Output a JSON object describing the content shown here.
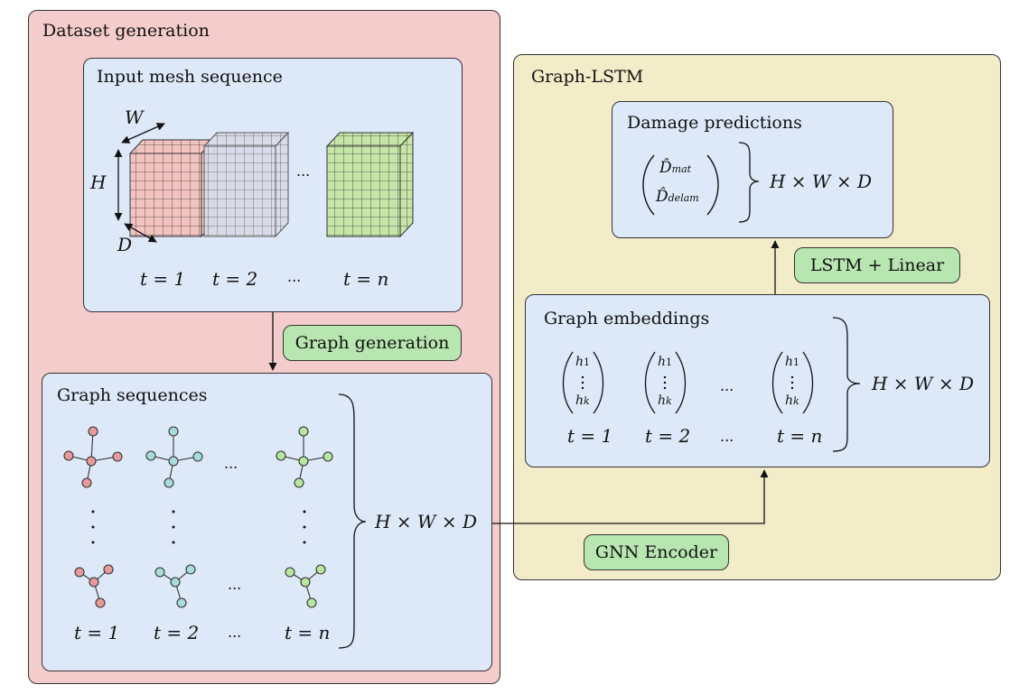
{
  "dataset_generation": {
    "title": "Dataset generation",
    "mesh_panel": {
      "title": "Input mesh sequence",
      "dim_w": "W",
      "dim_h": "H",
      "dim_d": "D",
      "ellipsis": "...",
      "time_labels": [
        "t = 1",
        "t = 2",
        "...",
        "t = n"
      ]
    },
    "graph_generation_label": "Graph generation",
    "graph_panel": {
      "title": "Graph sequences",
      "ellipsis": "...",
      "time_labels": [
        "t = 1",
        "t = 2",
        "...",
        "t = n"
      ],
      "brace_label": "H × W × D"
    }
  },
  "graph_lstm": {
    "title": "Graph-LSTM",
    "damage_panel": {
      "title": "Damage predictions",
      "d_mat": "D̂",
      "d_mat_sub": "mat",
      "d_delam": "D̂",
      "d_delam_sub": "delam",
      "brace_label": "H × W × D"
    },
    "lstm_label": "LSTM + Linear",
    "embeddings_panel": {
      "title": "Graph embeddings",
      "h_top": "h",
      "h_top_sub": "1",
      "h_bottom": "h",
      "h_bottom_sub": "k",
      "ellipsis": "...",
      "time_labels": [
        "t = 1",
        "t = 2",
        "...",
        "t = n"
      ],
      "brace_label": "H × W × D"
    },
    "gnn_encoder_label": "GNN Encoder"
  },
  "colors": {
    "dataset_bg": "#f4cccc",
    "lstm_bg": "#f3ecc9",
    "panel_bg": "#dde8f8",
    "pill_bg": "#b8e6b0",
    "red_node": "#e79a9a",
    "cyan_node": "#a8dcdc",
    "green_node": "#b8e6a0"
  }
}
